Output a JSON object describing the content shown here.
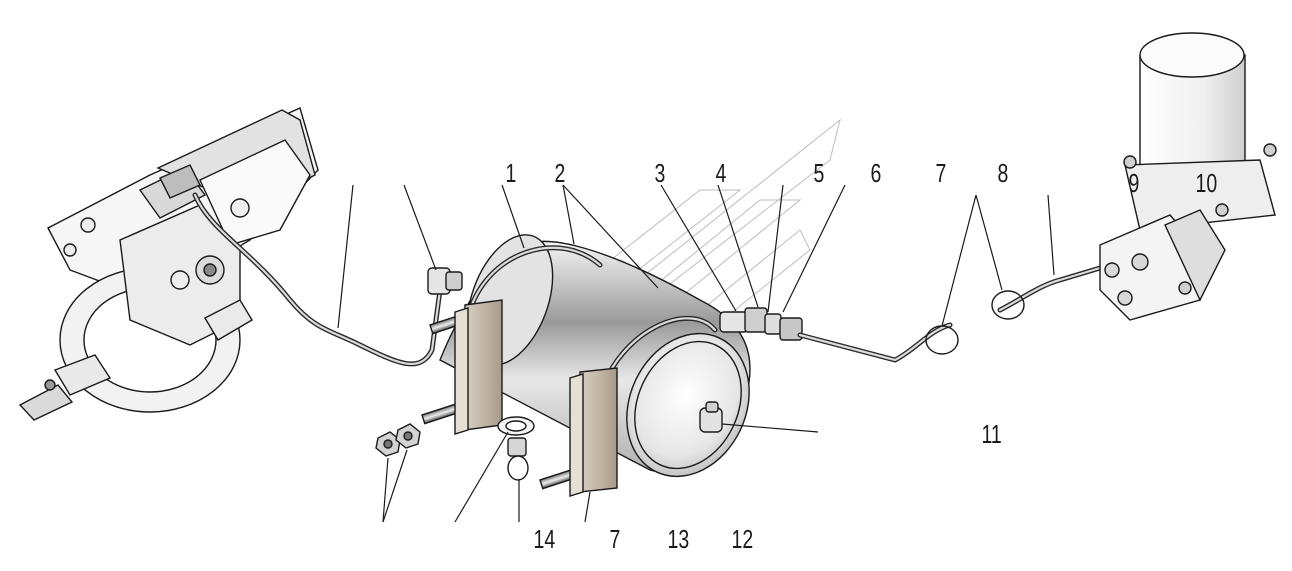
{
  "callouts": [
    {
      "id": "c1",
      "text": "1"
    },
    {
      "id": "c2",
      "text": "2"
    },
    {
      "id": "c3",
      "text": "3"
    },
    {
      "id": "c4",
      "text": "4"
    },
    {
      "id": "c5",
      "text": "5"
    },
    {
      "id": "c6",
      "text": "6"
    },
    {
      "id": "c7a",
      "text": "7"
    },
    {
      "id": "c8",
      "text": "8"
    },
    {
      "id": "c9",
      "text": "9"
    },
    {
      "id": "c10",
      "text": "10"
    },
    {
      "id": "c11",
      "text": "11"
    },
    {
      "id": "c12",
      "text": "12"
    },
    {
      "id": "c13",
      "text": "13"
    },
    {
      "id": "c14",
      "text": "14"
    },
    {
      "id": "c7b",
      "text": "7"
    }
  ]
}
